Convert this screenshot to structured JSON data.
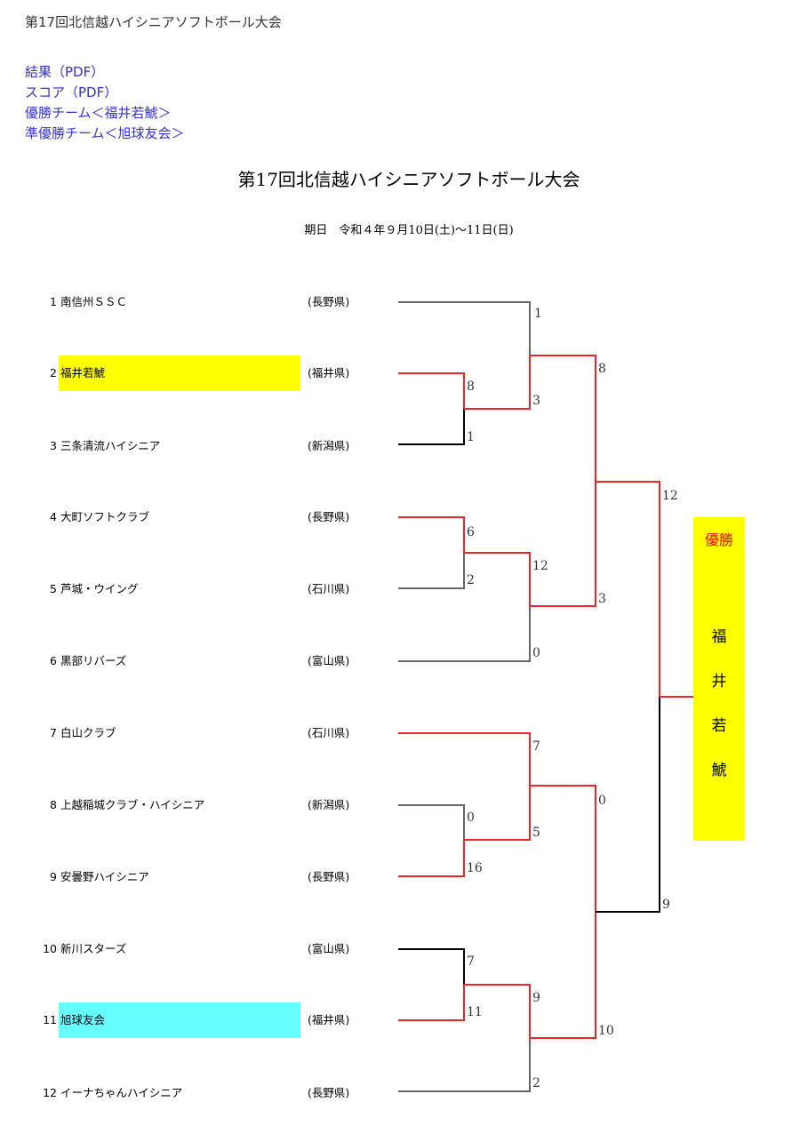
{
  "header": {
    "site_title": "第17回北信越ハイシニアソフトボール大会",
    "links": [
      "結果（PDF）",
      "スコア（PDF）",
      "優勝チーム＜福井若鯱＞",
      "準優勝チーム＜旭球友会＞"
    ]
  },
  "bracket": {
    "title": "第17回北信越ハイシニアソフトボール大会",
    "date": "期日　令和４年９月10日(土)～11日(日)",
    "teams": [
      {
        "seed": "1",
        "name": "南信州ＳＳＣ",
        "pref": "(長野県)"
      },
      {
        "seed": "2",
        "name": "福井若鯱",
        "pref": "(福井県)"
      },
      {
        "seed": "3",
        "name": "三条清流ハイシニア",
        "pref": "(新潟県)"
      },
      {
        "seed": "4",
        "name": "大町ソフトクラブ",
        "pref": "(長野県)"
      },
      {
        "seed": "5",
        "name": "芦城・ウイング",
        "pref": "(石川県)"
      },
      {
        "seed": "6",
        "name": "黒部リバーズ",
        "pref": "(富山県)"
      },
      {
        "seed": "7",
        "name": "白山クラブ",
        "pref": "(石川県)"
      },
      {
        "seed": "8",
        "name": "上越稲城クラブ・ハイシニア",
        "pref": "(新潟県)"
      },
      {
        "seed": "9",
        "name": "安曇野ハイシニア",
        "pref": "(長野県)"
      },
      {
        "seed": "10",
        "name": "新川スターズ",
        "pref": "(富山県)"
      },
      {
        "seed": "11",
        "name": "旭球友会",
        "pref": "(福井県)"
      },
      {
        "seed": "12",
        "name": "イーナちゃんハイシニア",
        "pref": "(長野県)"
      }
    ],
    "champion_label": "優勝",
    "champion_chars": [
      "福",
      "井",
      "若",
      "鯱"
    ]
  },
  "colors": {
    "winner_line": "#e8262b",
    "loser_line_light": "#666666",
    "loser_line_dark": "#000000",
    "highlight_champion": "#ffff00",
    "highlight_runner_up": "#66ffff",
    "link": "#3333cc"
  }
}
